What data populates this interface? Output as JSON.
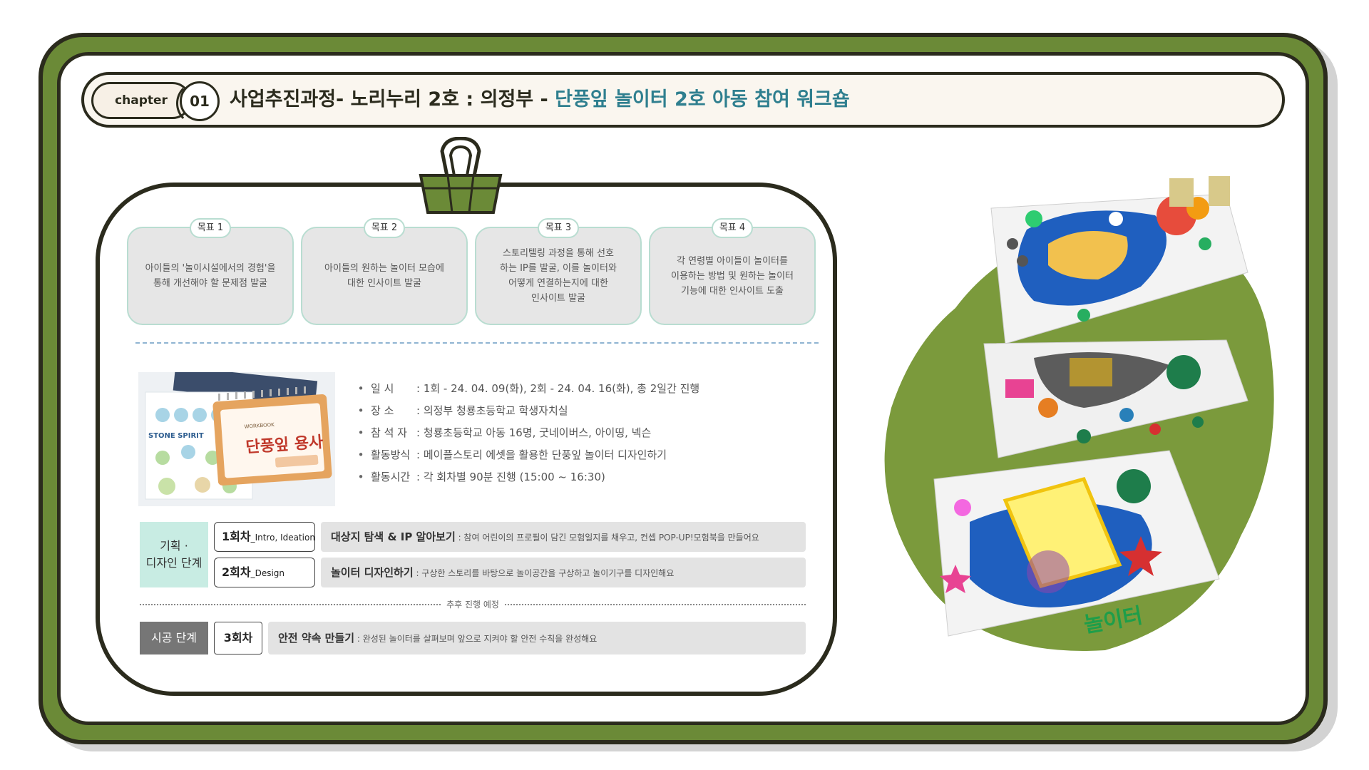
{
  "header": {
    "chapter_label": "chapter",
    "chapter_number": "01",
    "title_main": "사업추진과정- 노리누리 2호 : 의정부 - ",
    "title_highlight": "단풍잎 놀이터 2호 아동 참여 워크숍"
  },
  "goals": [
    {
      "tag": "목표 1",
      "text": "아이들의 '놀이시설에서의 경험'을\n통해 개선해야 할 문제점 발굴"
    },
    {
      "tag": "목표 2",
      "text": "아이들의 원하는 놀이터 모습에\n대한 인사이트 발굴"
    },
    {
      "tag": "목표 3",
      "text": "스토리텔링 과정을 통해 선호\n하는 IP를 발굴, 이를 놀이터와\n어떻게 연결하는지에 대한\n인사이트 발굴"
    },
    {
      "tag": "목표 4",
      "text": "각 연령별 아이들이 놀이터를\n이용하는 방법 및 원하는 놀이터\n기능에 대한 인사이트 도출"
    }
  ],
  "workbook": {
    "cover_top": "WORKBOOK",
    "cover_title": "단풍잎 용사",
    "side_text": "STONE SPIRIT"
  },
  "info": [
    {
      "label": "일      시",
      "value": ": 1회 - 24. 04. 09(화), 2회 - 24. 04. 16(화), 총 2일간 진행"
    },
    {
      "label": "장      소",
      "value": ": 의정부 청룡초등학교 학생자치실"
    },
    {
      "label": "참 석 자",
      "value": ": 청룡초등학교 아동 16명, 굿네이버스, 아이띵, 넥슨"
    },
    {
      "label": "활동방식",
      "value": ": 메이플스토리 에셋을 활용한 단풍잎 놀이터 디자인하기"
    },
    {
      "label": "활동시간",
      "value": ": 각 회차별 90분 진행 (15:00 ~ 16:30)"
    }
  ],
  "schedule": {
    "plan_stage": "기획 ·\n디자인 단계",
    "session1": {
      "num": "1회차",
      "sub": "_Intro, Ideation",
      "title": "대상지 탐색 & IP 알아보기",
      "desc": " : 참여 어린이의 프로필이 담긴 모험일지를 채우고, 컨셉 POP-UP!모험북을 만들어요"
    },
    "session2": {
      "num": "2회차",
      "sub": "_Design",
      "title": "놀이터 디자인하기",
      "desc": " : 구상한 스토리를 바탕으로 놀이공간을 구상하고 놀이기구를 디자인해요"
    },
    "divider_label": "추후 진행 예정",
    "build_stage": "시공 단계",
    "session3": {
      "num": "3회차",
      "title": "안전 약속 만들기",
      "desc": " : 완성된 놀이터를 살펴보며 앞으로 지켜야 할 안전 수칙을 완성해요"
    }
  },
  "photos": {
    "model3_sign": "놀이터"
  },
  "colors": {
    "frame_green": "#6b8a37",
    "frame_dark": "#2b2b1d",
    "highlight_teal": "#2f7f8f",
    "blob_green": "#7b9a3c",
    "goal_bg": "#e6e6e6",
    "goal_border": "#b9ddd1",
    "plan_stage_bg": "#c8ece3",
    "build_stage_bg": "#767676"
  }
}
